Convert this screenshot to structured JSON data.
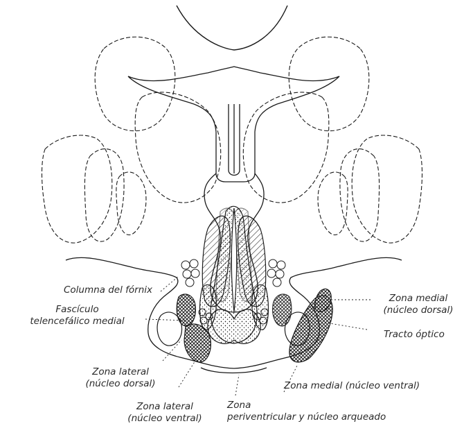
{
  "labels": {
    "columna_fornix": "Columna del fórnix",
    "fasciculo": "Fascículo\ntelencefálico medial",
    "zona_lateral_dorsal": "Zona lateral\n(núcleo dorsal)",
    "zona_lateral_ventral": "Zona lateral\n(núcleo ventral)",
    "zona_periventricular": "Zona\nperiventricular y núcleo arqueado",
    "zona_medial_ventral": "Zona medial (núcleo ventral)",
    "zona_medial_dorsal": "Zona medial\n(núcleo dorsal)",
    "tracto_optico": "Tracto óptico"
  },
  "colors": {
    "ink": "#1a1a1a",
    "label_text": "#2a2a2a",
    "background": "#ffffff"
  }
}
